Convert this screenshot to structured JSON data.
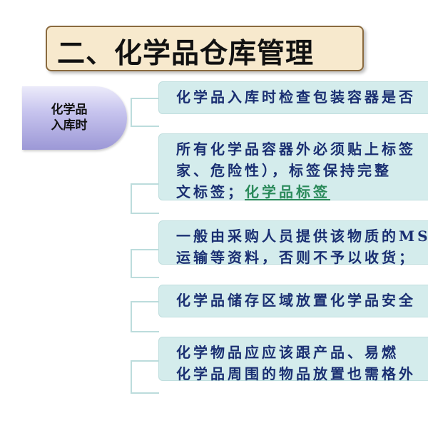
{
  "title": "二、化学品仓库管理",
  "section": {
    "label_line1": "化学品",
    "label_line2": "入库时"
  },
  "items": [
    {
      "lines": [
        "化学品入库时检查包装容器是否"
      ]
    },
    {
      "lines": [
        "所有化学品容器外必须贴上标签",
        "家、危险性），标签保持完整",
        "文标签；"
      ],
      "link": "化学品标签"
    },
    {
      "lines": [
        "一般由采购人员提供该物质的MS",
        "运输等资料，否则不予以收货；"
      ]
    },
    {
      "lines": [
        "化学品储存区域放置化学品安全"
      ]
    },
    {
      "lines": [
        "化学物品应应该跟产品、易燃",
        "化学品周围的物品放置也需格外"
      ]
    }
  ]
}
